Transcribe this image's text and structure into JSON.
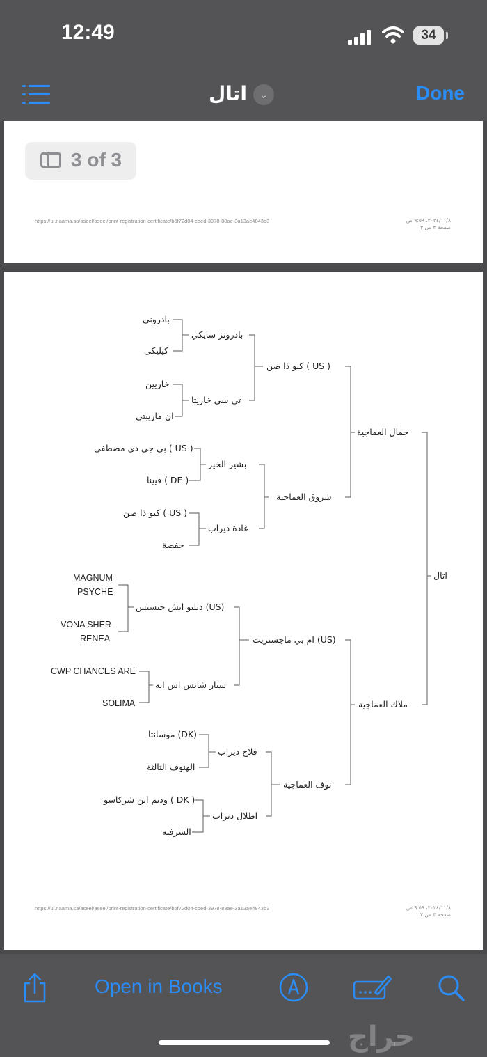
{
  "status": {
    "time": "12:49",
    "battery": "34"
  },
  "nav": {
    "title": "اتال",
    "done": "Done"
  },
  "page_indicator": "3 of 3",
  "page1": {
    "url": "https://ui.naama.sa/aseel/aseel/print-registration-certificate/b5f72d04-cded-3978-88ae-3a13ae4843b3",
    "stamp_date": "٢٠٢٤/١١/٨، ٩:٥٩ ص",
    "stamp_page": "صفحة ٣ من ٣"
  },
  "page2": {
    "url": "https://ui.naama.sa/aseel/aseel/print-registration-certificate/b5f72d04-cded-3978-88ae-3a13ae4843b3",
    "stamp_date": "٢٠٢٤/١١/٨، ٩:٥٩ ص",
    "stamp_page": "صفحة ٣ من ٣"
  },
  "pedigree": {
    "horse": "اتال",
    "sire": "جمال العماجية",
    "dam": "ملاك العماجية",
    "ss": "كيو ذا صن ( US )",
    "sd": "شروق العماجية",
    "ds": "ام بي ماجستريت (US)",
    "dd": "نوف العماجية",
    "sss": "بادرونز سايكي",
    "ssd": "تي سي خاريتا",
    "sds": "بشير الخير",
    "sdd": "غادة ديراب",
    "dss": "دبليو اتش جيستس (US)",
    "dsd": "ستار شانس اس ايه",
    "dds": "فلاح ديراب",
    "ddd": "اطلال ديراب",
    "ssss": "بادرونى",
    "sssd": "كيليكى",
    "ssds": "خاريين",
    "ssdd": "ان ماريبتى",
    "sdss": "بي جي ذي مصطفى ( US )",
    "sdsd": "فيينا ( DE )",
    "sdds": "كيو ذا صن ( US )",
    "sddd": "حفصة",
    "dsss_1": "MAGNUM",
    "dsss_2": "PSYCHE",
    "dssd_1": "VONA SHER-",
    "dssd_2": "RENEA",
    "dsds": "CWP CHANCES ARE",
    "dsdd": "SOLIMA",
    "ddss": "موسانتا (DK)",
    "ddsd": "الهنوف الثالثة",
    "ddds": "وديم ابن شركاسو ( DK )",
    "dddd": "الشرفيه"
  },
  "toolbar": {
    "open_in_books": "Open in Books"
  },
  "watermark": "حراج",
  "colors": {
    "accent": "#2b8cf5",
    "chrome": "#545456"
  },
  "icons": [
    "list-icon",
    "chevron-down-icon",
    "sidebar-icon",
    "share-icon",
    "markup-icon",
    "signature-icon",
    "search-icon"
  ]
}
